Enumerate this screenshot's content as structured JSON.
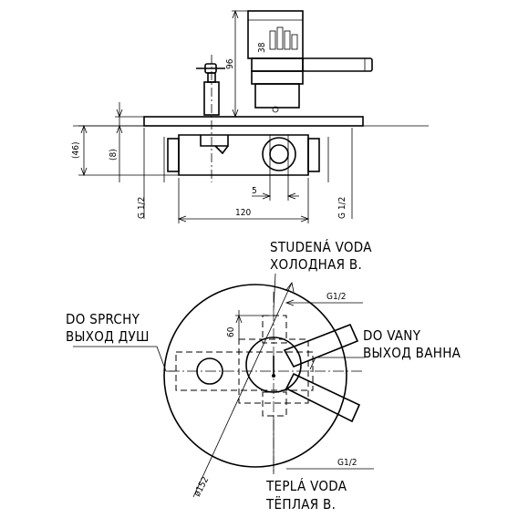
{
  "side_view": {
    "dim_top_height": "96",
    "dim_scale_mark": "38",
    "dim_left_46": "(46)",
    "dim_left_8": "(8)",
    "thread_left": "G 1/2",
    "thread_right": "G 1/2",
    "dim_offset": "5",
    "dim_width": "120"
  },
  "plan_view": {
    "cold_water_cz": "STUDENÁ VODA",
    "cold_water_ru": "ХОЛОДНАЯ В.",
    "shower_cz": "DO SPRCHY",
    "shower_ru": "ВЫХОД ДУШ",
    "bath_cz": "DO VANY",
    "bath_ru": "ВЫХОД ВАННА",
    "warm_water_cz": "TEPLÁ VODA",
    "warm_water_ru": "ТЁПЛАЯ В.",
    "thread_top": "G1/2",
    "thread_bottom": "G1/2",
    "dim_60": "60",
    "diameter": "ø152"
  }
}
